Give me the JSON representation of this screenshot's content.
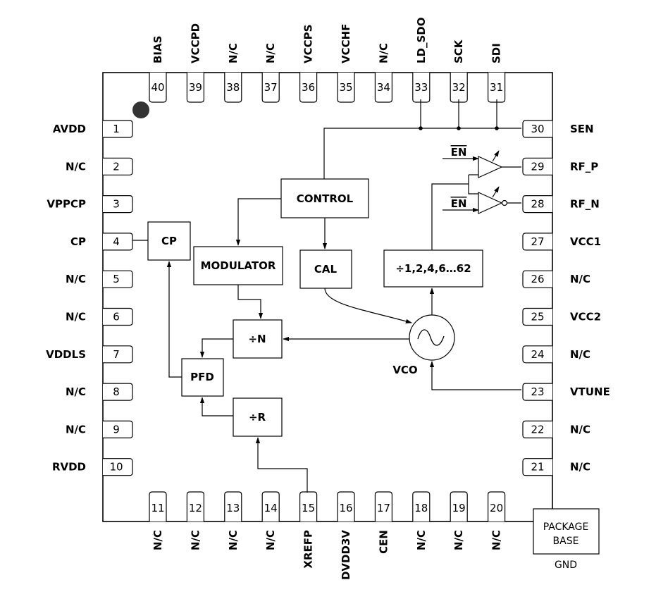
{
  "pins": {
    "left": [
      {
        "num": "1",
        "name": "AVDD"
      },
      {
        "num": "2",
        "name": "N/C"
      },
      {
        "num": "3",
        "name": "VPPCP"
      },
      {
        "num": "4",
        "name": "CP"
      },
      {
        "num": "5",
        "name": "N/C"
      },
      {
        "num": "6",
        "name": "N/C"
      },
      {
        "num": "7",
        "name": "VDDLS"
      },
      {
        "num": "8",
        "name": "N/C"
      },
      {
        "num": "9",
        "name": "N/C"
      },
      {
        "num": "10",
        "name": "RVDD"
      }
    ],
    "bottom": [
      {
        "num": "11",
        "name": "N/C"
      },
      {
        "num": "12",
        "name": "N/C"
      },
      {
        "num": "13",
        "name": "N/C"
      },
      {
        "num": "14",
        "name": "N/C"
      },
      {
        "num": "15",
        "name": "XREFP"
      },
      {
        "num": "16",
        "name": "DVDD3V"
      },
      {
        "num": "17",
        "name": "CEN"
      },
      {
        "num": "18",
        "name": "N/C"
      },
      {
        "num": "19",
        "name": "N/C"
      },
      {
        "num": "20",
        "name": "N/C"
      }
    ],
    "right": [
      {
        "num": "21",
        "name": "N/C"
      },
      {
        "num": "22",
        "name": "N/C"
      },
      {
        "num": "23",
        "name": "VTUNE"
      },
      {
        "num": "24",
        "name": "N/C"
      },
      {
        "num": "25",
        "name": "VCC2"
      },
      {
        "num": "26",
        "name": "N/C"
      },
      {
        "num": "27",
        "name": "VCC1"
      },
      {
        "num": "28",
        "name": "RF_N"
      },
      {
        "num": "29",
        "name": "RF_P"
      },
      {
        "num": "30",
        "name": "SEN"
      }
    ],
    "top": [
      {
        "num": "31",
        "name": "SDI"
      },
      {
        "num": "32",
        "name": "SCK"
      },
      {
        "num": "33",
        "name": "LD_SDO"
      },
      {
        "num": "34",
        "name": "N/C"
      },
      {
        "num": "35",
        "name": "VCCHF"
      },
      {
        "num": "36",
        "name": "VCCPS"
      },
      {
        "num": "37",
        "name": "N/C"
      },
      {
        "num": "38",
        "name": "N/C"
      },
      {
        "num": "39",
        "name": "VCCPD"
      },
      {
        "num": "40",
        "name": "BIAS"
      }
    ]
  },
  "blocks": {
    "control": "CONTROL",
    "cp": "CP",
    "modulator": "MODULATOR",
    "cal": "CAL",
    "divider_out": "÷1,2,4,6…62",
    "div_n": "÷N",
    "div_r": "÷R",
    "pfd": "PFD",
    "vco": "VCO"
  },
  "buffers": {
    "en_top": "EN",
    "en_bottom": "EN"
  },
  "package": {
    "line1": "PACKAGE",
    "line2": "BASE",
    "gnd": "GND"
  }
}
